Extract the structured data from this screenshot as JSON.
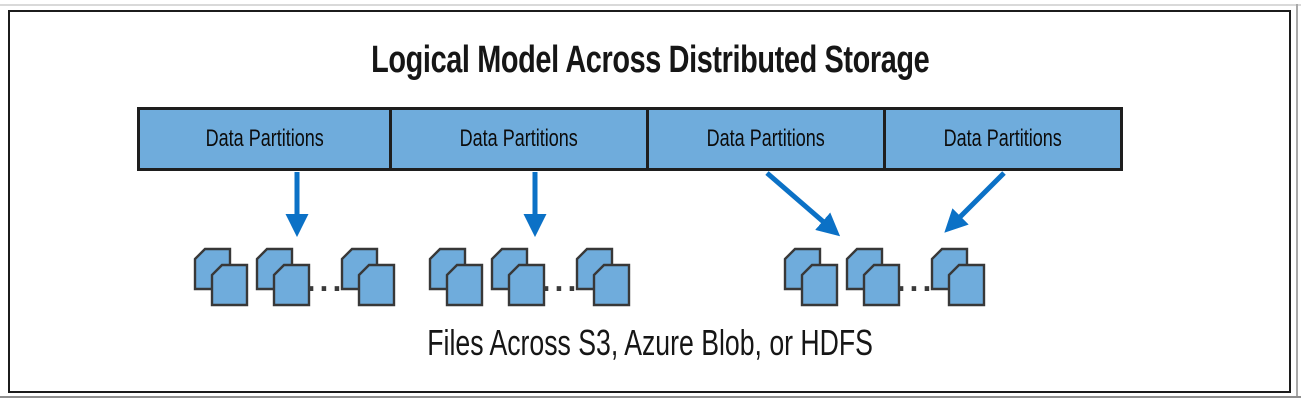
{
  "title": "Logical Model Across Distributed Storage",
  "partition_row": {
    "boxes": [
      {
        "label": "Data Partitions"
      },
      {
        "label": "Data Partitions"
      },
      {
        "label": "Data Partitions"
      },
      {
        "label": "Data Partitions"
      }
    ]
  },
  "files": {
    "ellipsis": "...",
    "caption": "Files Across S3, Azure Blob, or HDFS",
    "cluster_count": 3
  },
  "colors": {
    "partition_fill": "#6FACDC",
    "arrow_blue": "#0B71C6",
    "file_fill": "#6FACDC",
    "file_stroke": "#383838",
    "frame_border": "#1C1C1C",
    "ellipsis_color": "#3A3A3A"
  }
}
